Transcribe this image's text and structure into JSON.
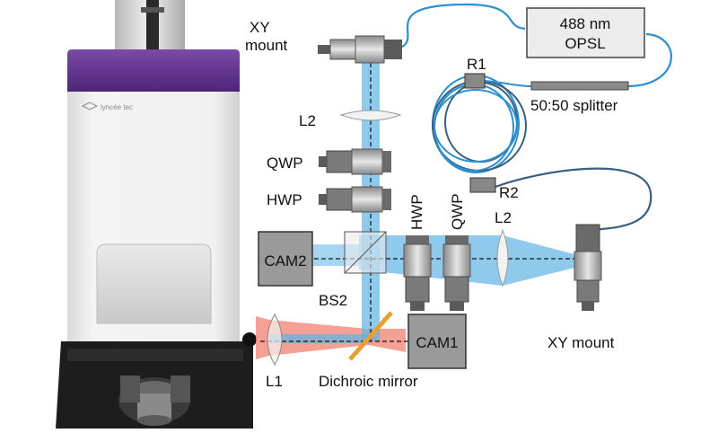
{
  "figure": {
    "instrument_logo": "lyncée tec",
    "labels": {
      "xy_mount_top_line1": "XY",
      "xy_mount_top_line2": "mount",
      "laser_line1": "488 nm",
      "laser_line2": "OPSL",
      "r1": "R1",
      "r2": "R2",
      "splitter": "50:50 splitter",
      "l2_top": "L2",
      "qwp_left": "QWP",
      "hwp_left": "HWP",
      "hwp_vertical": "HWP",
      "qwp_vertical": "QWP",
      "l2_right": "L2",
      "cam2": "CAM2",
      "bs2": "BS2",
      "cam1": "CAM1",
      "xy_mount_right": "XY mount",
      "l1": "L1",
      "dichroic": "Dichroic mirror"
    },
    "colors": {
      "instrument_purple": "#5b2d8a",
      "beam_blue": "#5fb3e6",
      "beam_red": "#f08070",
      "fiber_blue": "#2c8fd0",
      "fiber_dark": "#3a5f80",
      "dichroic_orange": "#e8a030",
      "camera_gray": "#9a9a9a"
    }
  }
}
